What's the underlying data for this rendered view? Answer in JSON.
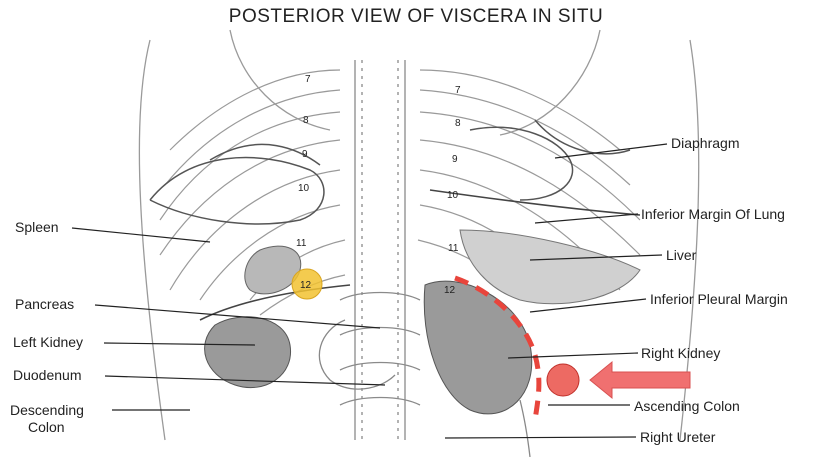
{
  "title": "POSTERIOR VIEW OF VISCERA IN SITU",
  "labels_left": {
    "spleen": "Spleen",
    "pancreas": "Pancreas",
    "left_kidney": "Left Kidney",
    "duodenum": "Duodenum",
    "descending_colon_1": "Descending",
    "descending_colon_2": "Colon"
  },
  "labels_right": {
    "diaphragm": "Diaphragm",
    "inferior_margin_lung": "Inferior Margin Of Lung",
    "liver": "Liver",
    "inferior_pleural_margin": "Inferior Pleural Margin",
    "right_kidney": "Right Kidney",
    "ascending_colon": "Ascending Colon",
    "right_ureter": "Right Ureter"
  },
  "rib_numbers_left": [
    "7",
    "8",
    "9",
    "10",
    "11",
    "12"
  ],
  "rib_numbers_right": [
    "7",
    "8",
    "9",
    "10",
    "11",
    "12"
  ],
  "colors": {
    "marker_yellow": "#f2c230",
    "marker_red": "#e8453c",
    "arrow_red": "#f07070",
    "line": "#222222",
    "sketch": "#8a8a8a",
    "kidney": "#9a9a9a"
  }
}
